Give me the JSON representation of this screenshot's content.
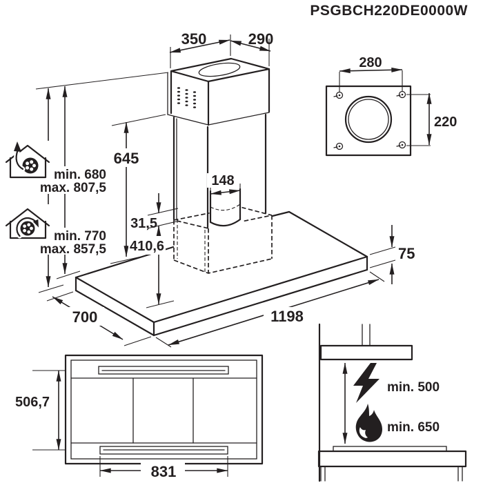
{
  "title": "PSGBCH220DE0000W",
  "colors": {
    "ink": "#231f20",
    "paper": "#ffffff"
  },
  "isometric_view": {
    "dim_top_width": "350",
    "dim_top_depth": "290",
    "dim_chimney_height": "645",
    "dim_duct_diameter": "148",
    "dim_duct_offset": "31,5",
    "dim_body_height": "410,6",
    "dim_base_thickness": "75",
    "dim_base_depth": "700",
    "dim_base_width": "1198",
    "extraction": {
      "min_label": "min. 680",
      "max_label": "max. 807,5"
    },
    "recirculation": {
      "min_label": "min. 770",
      "max_label": "max. 857,5"
    }
  },
  "outlet_plate_view": {
    "dim_hole_spacing_horizontal": "280",
    "dim_hole_spacing_vertical": "220"
  },
  "bottom_view": {
    "dim_depth": "506,7",
    "dim_width": "831"
  },
  "clearance_view": {
    "electric_hob_label": "min. 500",
    "gas_hob_label": "min. 650"
  }
}
